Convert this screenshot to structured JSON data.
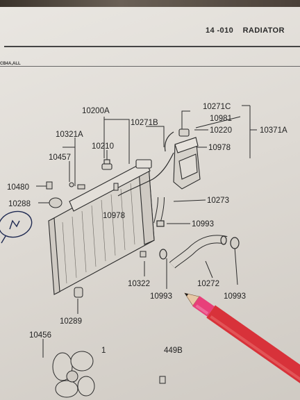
{
  "header": {
    "page_number": "14 -010",
    "section_title": "RADIATOR"
  },
  "model_tag": "CB4A,ALL",
  "callouts": {
    "c10200A": "10200A",
    "c10321A": "10321A",
    "c10210": "10210",
    "c10457": "10457",
    "c10271B": "10271B",
    "c10271C": "10271C",
    "c10981": "10981",
    "c10220": "10220",
    "c10371A": "10371A",
    "c10978a": "10978",
    "c10480": "10480",
    "c10288": "10288",
    "c10978b": "10978",
    "c10273": "10273",
    "c10993a": "10993",
    "c10322": "10322",
    "c10272": "10272",
    "c10993b": "10993",
    "c10993c": "10993",
    "c10289": "10289",
    "c10456": "10456",
    "c10449B": "449B",
    "c10partial": "1"
  },
  "colors": {
    "paper": "#e2ded8",
    "ink": "#222222",
    "pencil_pink": "#e8407a",
    "pencil_red": "#d8323a",
    "marker_ink": "#1f2a52"
  },
  "icons": [
    "radiator-drawing",
    "reserve-tank-drawing",
    "hose-drawing",
    "fan-drawing",
    "pencil-icon"
  ]
}
